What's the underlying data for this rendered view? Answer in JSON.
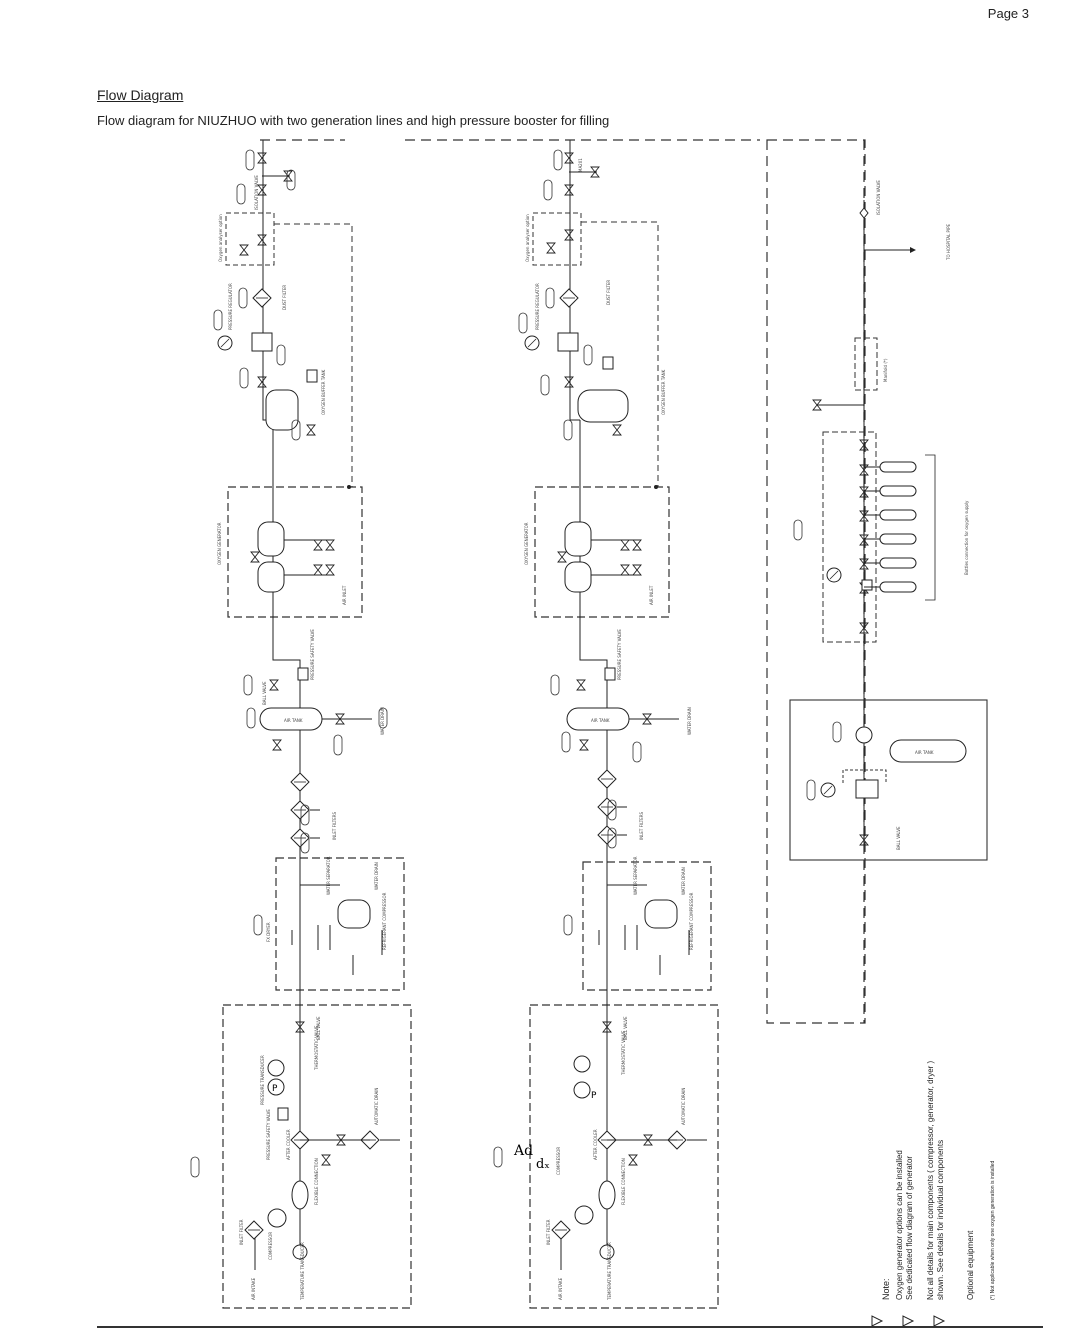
{
  "page": {
    "page_number": "Page 3",
    "title": "Flow Diagram",
    "subtitle": "Flow diagram for NIUZHUO with two generation lines and high pressure booster for filling"
  },
  "labels": {
    "air_intake": "AIR INTAKE",
    "inlet_filter": "INLET FILTER",
    "compressor": "COMPRESSOR",
    "temp_transducer": "TEMPERATURE TRANSDUCER",
    "flexible_connection": "FLEXIBLE CONNECTION",
    "after_cooler": "AFTER COOLER",
    "pressure_transducer": "PRESSURE TRANSDUCER",
    "thermostatic_valve": "THERMOSTATIC VALVE",
    "pressure_safety_valve": "PRESSURE SAFETY VALVE",
    "automatic_drain": "AUTOMATIC DRAIN",
    "ball_valve": "BALL VALVE",
    "water_separator": "WATER SEPARATOR",
    "refrigerant_compressor": "REFRIGERANT COMPRESSOR",
    "fx_dryer": "FX DRYER",
    "inlet_filters": "INLET FILTERS",
    "air_tank": "AIR TANK",
    "water_drain": "WATER DRAIN",
    "oxygen_generator": "OXYGEN GENERATOR",
    "air_inlet": "AIR INLET",
    "oxygen_buffer_tank": "OXYGEN BUFFER TANK",
    "pressure_regulator": "PRESSURE REGULATOR",
    "dust_filter": "DUST FILTER",
    "oxygen_analyser": "Oxygen analyser option",
    "isolation_valve": "ISOLATION VALVE",
    "manifold": "Manifold (*)",
    "to_hospital_pipe": "TO HOSPITAL PIPE",
    "bottles": "Bottles connection for oxygen supply",
    "ballast_tank_1": "Ad",
    "ballast_tank_2": "dₓ",
    "ma201": "MA201"
  },
  "notes": {
    "heading": "Note:",
    "line1": "Oxygen generator options can be installed",
    "line2": "See dedicated flow diagram of generator",
    "line3": "Not all details for main components ( compressor, generator, dryer )",
    "line4": "shown. See details for individual components",
    "line5": "Optional equipment",
    "line6": "(*) Not applicable when only one oxygen generation is installed"
  }
}
